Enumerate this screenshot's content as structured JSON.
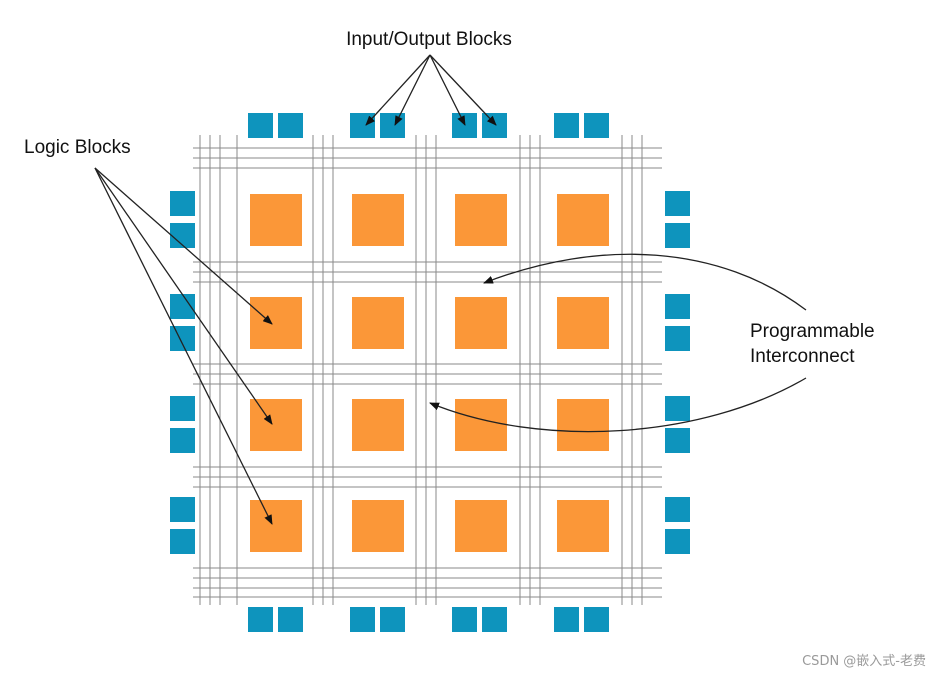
{
  "labels": {
    "io_blocks": "Input/Output Blocks",
    "logic_blocks": "Logic Blocks",
    "interconnect_line1": "Programmable",
    "interconnect_line2": "Interconnect"
  },
  "watermark": "CSDN @嵌入式-老费",
  "colors": {
    "logic_block": "#FB9738",
    "io_block": "#0E94BD",
    "wire": "#8a8a8a"
  }
}
